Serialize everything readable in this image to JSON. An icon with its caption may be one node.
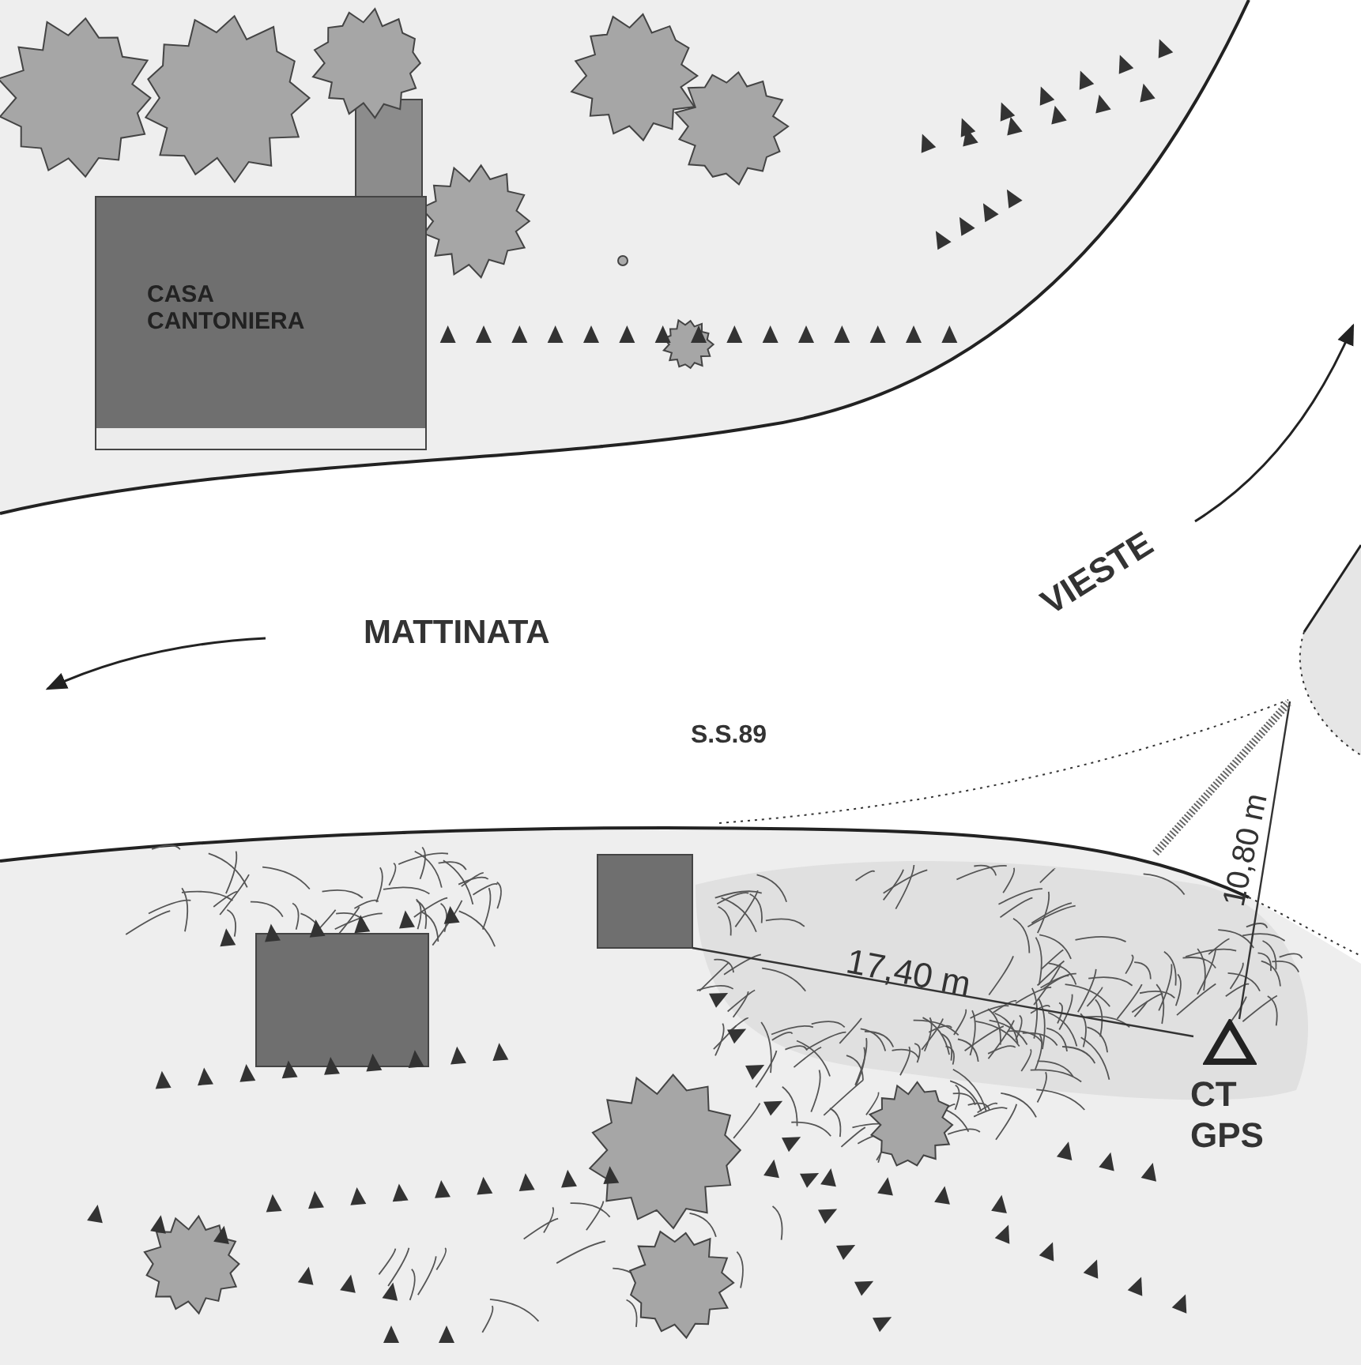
{
  "diagram": {
    "nodes": [
      {
        "text": [
          "CASA CANTONIERA"
        ]
      },
      {
        "text": [
          "CT GPS"
        ]
      }
    ],
    "labels": [
      "MATTINATA",
      "VIESTE",
      "S.S.89",
      "10,80 m",
      "17,40 m"
    ]
  }
}
